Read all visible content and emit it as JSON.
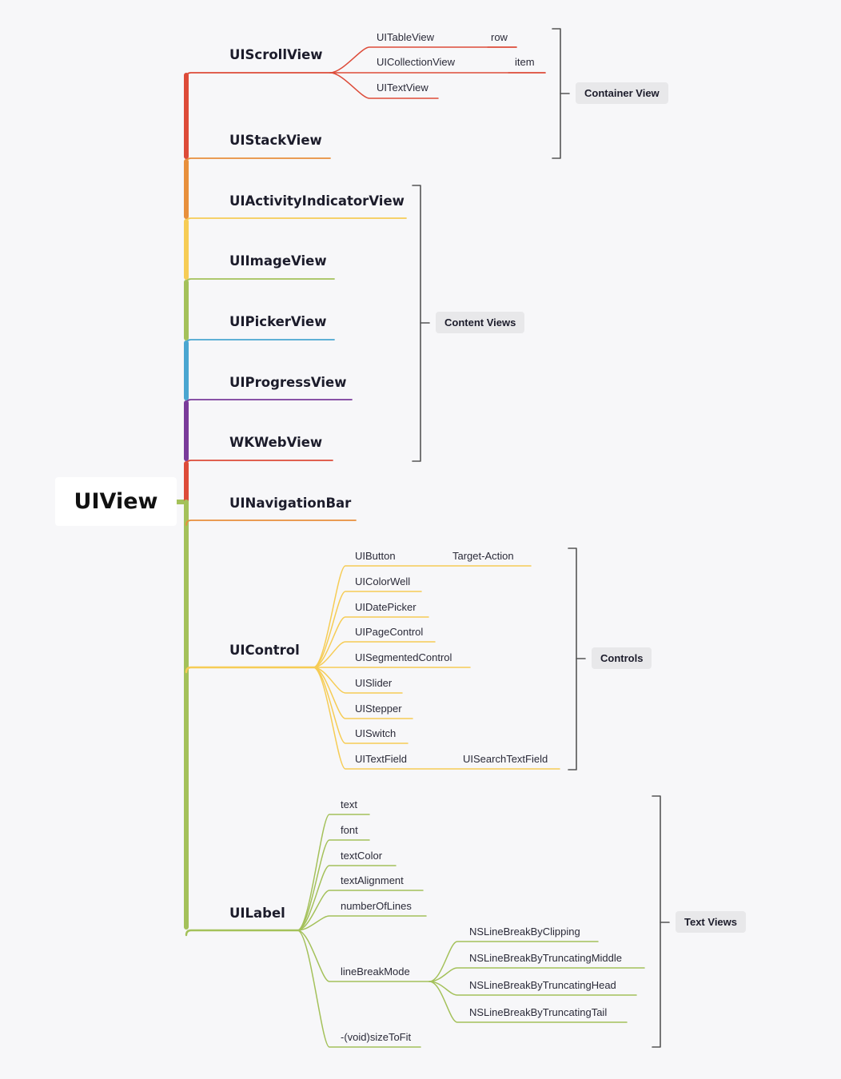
{
  "root": {
    "label": "UIView"
  },
  "colors": {
    "red": "#dd4b39",
    "orange": "#e8903c",
    "yellow": "#f6cc55",
    "green": "#a4c15a",
    "blue": "#4aa6d1",
    "purple": "#7a3b9a",
    "bracket": "#555555"
  },
  "branches": [
    {
      "label": "UIScrollView",
      "children": [
        {
          "label": "UITableView",
          "sub": "row"
        },
        {
          "label": "UICollectionView",
          "sub": "item"
        },
        {
          "label": "UITextView"
        }
      ]
    },
    {
      "label": "UIStackView"
    },
    {
      "label": "UIActivityIndicatorView"
    },
    {
      "label": "UIImageView"
    },
    {
      "label": "UIPickerView"
    },
    {
      "label": "UIProgressView"
    },
    {
      "label": "WKWebView"
    },
    {
      "label": "UINavigationBar"
    },
    {
      "label": "UIControl",
      "children": [
        {
          "label": "UIButton",
          "sub": "Target-Action"
        },
        {
          "label": "UIColorWell"
        },
        {
          "label": "UIDatePicker"
        },
        {
          "label": "UIPageControl"
        },
        {
          "label": "UISegmentedControl"
        },
        {
          "label": "UISlider"
        },
        {
          "label": "UIStepper"
        },
        {
          "label": "UISwitch"
        },
        {
          "label": "UITextField",
          "sub": "UISearchTextField"
        }
      ]
    },
    {
      "label": "UILabel",
      "children": [
        {
          "label": "text"
        },
        {
          "label": "font"
        },
        {
          "label": "textColor"
        },
        {
          "label": "textAlignment"
        },
        {
          "label": "numberOfLines"
        },
        {
          "label": "lineBreakMode",
          "children": [
            "NSLineBreakByClipping",
            "NSLineBreakByTruncatingMiddle",
            "NSLineBreakByTruncatingHead",
            "NSLineBreakByTruncatingTail"
          ]
        },
        {
          "label": "-(void)sizeToFit"
        }
      ]
    }
  ],
  "groups": [
    {
      "label": "Container View"
    },
    {
      "label": "Content Views"
    },
    {
      "label": "Controls"
    },
    {
      "label": "Text Views"
    }
  ]
}
